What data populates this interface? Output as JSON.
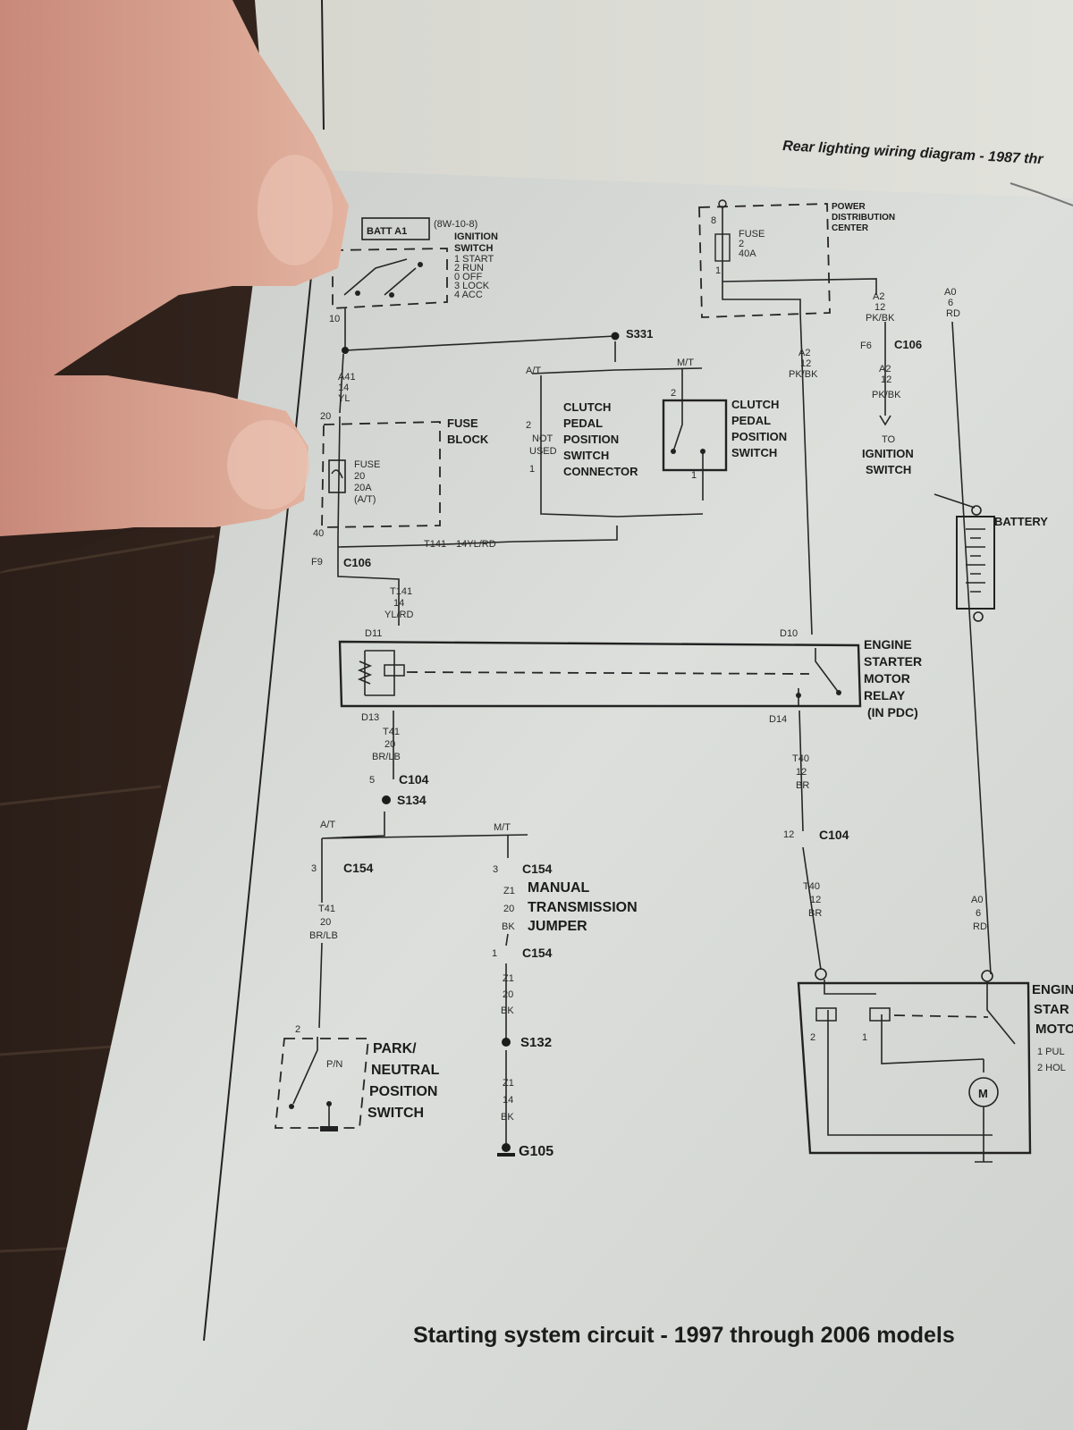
{
  "header": {
    "top_page_title": "Rear lighting wiring diagram - 1987 thr",
    "caption": "Starting system circuit - 1997 through 2006 models"
  },
  "ignition": {
    "batt_label": "BATT A1",
    "ref": "(8W-10-8)",
    "title_1": "IGNITION",
    "title_2": "SWITCH",
    "positions": [
      "1 START",
      "2 RUN",
      "0 OFF",
      "3 LOCK",
      "4 ACC"
    ],
    "pin": "10"
  },
  "splices": {
    "s331": "S331",
    "s134": "S134",
    "s132": "S132",
    "g105": "G105"
  },
  "wire_a41": [
    "A41",
    "14",
    "YL"
  ],
  "fuse_block": {
    "title_1": "FUSE",
    "title_2": "BLOCK",
    "pin_in": "20",
    "pin_out": "40",
    "fuse_lines": [
      "FUSE",
      "20",
      "20A",
      "(A/T)"
    ],
    "conn_pin": "F9",
    "conn": "C106"
  },
  "wire_t141_horizontal": {
    "circuit": "T141",
    "gauge_color": "14YL/RD"
  },
  "wire_t141_vertical": [
    "T141",
    "14",
    "YL/RD"
  ],
  "clutch_connector": {
    "branch_at": "A/T",
    "pin2": "2",
    "not_used": [
      "NOT",
      "USED"
    ],
    "pin1": "1",
    "lines": [
      "CLUTCH",
      "PEDAL",
      "POSITION",
      "SWITCH",
      "CONNECTOR"
    ]
  },
  "clutch_switch": {
    "branch_mt": "M/T",
    "pin2": "2",
    "pin1": "1",
    "lines": [
      "CLUTCH",
      "PEDAL",
      "POSITION",
      "SWITCH"
    ]
  },
  "pdc": {
    "lines": [
      "POWER",
      "DISTRIBUTION",
      "CENTER"
    ],
    "pin": "8",
    "fuse_lines": [
      "FUSE",
      "2",
      "40A"
    ],
    "pin_out": "1"
  },
  "wire_a2_left": [
    "A2",
    "12",
    "PK/BK"
  ],
  "wire_a2_right": [
    "A2",
    "12",
    "PK/BK"
  ],
  "c106_right": {
    "pin": "F6",
    "conn": "C106"
  },
  "wire_a2_lower": [
    "A2",
    "12",
    "PK/BK"
  ],
  "to_ignition": [
    "TO",
    "IGNITION",
    "SWITCH"
  ],
  "wire_a0_top": [
    "A0",
    "6",
    "RD"
  ],
  "battery": {
    "label": "BATTERY"
  },
  "relay": {
    "lines": [
      "ENGINE",
      "STARTER",
      "MOTOR",
      "RELAY",
      "(IN PDC)"
    ],
    "d11": "D11",
    "d10": "D10",
    "d13": "D13",
    "d14": "D14"
  },
  "wire_t41_top": [
    "T41",
    "20",
    "BR/LB"
  ],
  "c104_left": {
    "pin": "5",
    "conn": "C104"
  },
  "branches": {
    "at": "A/T",
    "mt": "M/T"
  },
  "c154_left": {
    "pin": "3",
    "conn": "C154"
  },
  "wire_t41_bottom": [
    "T41",
    "20",
    "BR/LB"
  ],
  "c154_mid": {
    "pin": "3",
    "conn": "C154"
  },
  "jumper": {
    "wire": [
      "Z1",
      "20",
      "BK"
    ],
    "lines": [
      "MANUAL",
      "TRANSMISSION",
      "JUMPER"
    ]
  },
  "c154_lower": {
    "pin": "1",
    "conn": "C154"
  },
  "wire_z1_a": [
    "Z1",
    "20",
    "BK"
  ],
  "wire_z1_b": [
    "Z1",
    "14",
    "BK"
  ],
  "pnp_switch": {
    "pin": "2",
    "pn": "P/N",
    "lines": [
      "PARK/",
      "NEUTRAL",
      "POSITION",
      "SWITCH"
    ]
  },
  "wire_t40_a": [
    "T40",
    "12",
    "BR"
  ],
  "c104_right": {
    "pin": "12",
    "conn": "C104"
  },
  "wire_t40_b": [
    "T40",
    "12",
    "BR"
  ],
  "wire_a0_bottom": [
    "A0",
    "6",
    "RD"
  ],
  "starter_motor": {
    "lines": [
      "ENGIN",
      "STAR",
      "MOTO"
    ],
    "notes": [
      "1 PUL",
      "2 HOL"
    ],
    "pin2": "2",
    "pin1": "1",
    "motor": "M"
  },
  "colors": {
    "paper": "#d9dcd8",
    "ink": "#1c1c1c",
    "wood": "#3a2a22",
    "skin": "#d9a58f"
  }
}
